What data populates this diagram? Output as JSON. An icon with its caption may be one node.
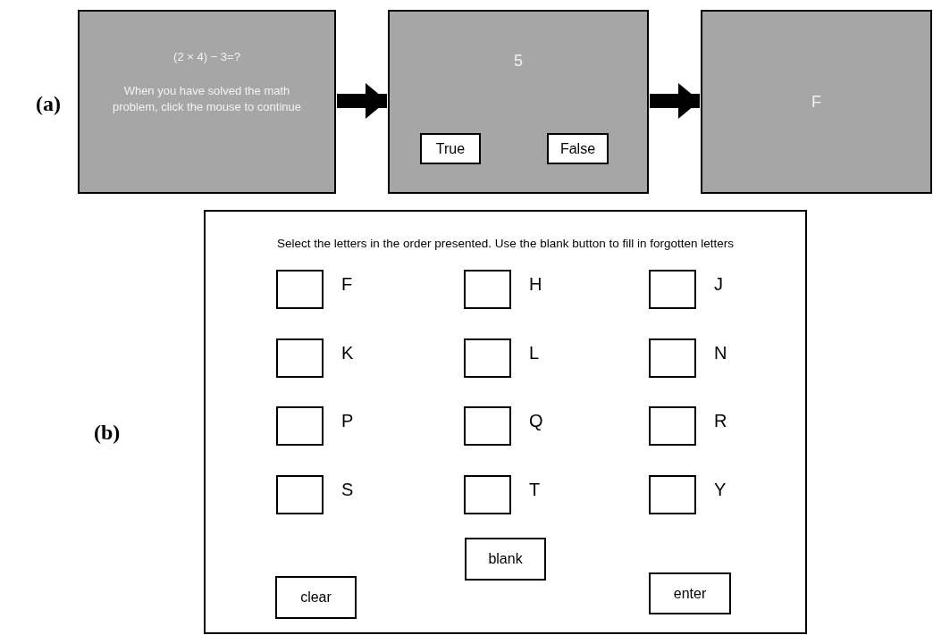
{
  "diagram": {
    "nodes": [
      {
        "text": [
          "(2 × 4) − 3=?",
          "When you have solved the math problem, click the mouse to continue"
        ]
      },
      {
        "text": [
          "5"
        ]
      },
      {
        "text": [
          "True"
        ],
        "in": 1
      },
      {
        "text": [
          "False"
        ],
        "in": 1
      },
      {
        "text": [
          "F"
        ]
      },
      {
        "text": [
          "Select the letters in the order presented. Use the blank button to fill in forgotten letters"
        ]
      },
      {
        "text": [],
        "shape": "box",
        "in": 5,
        "beside": [
          "F"
        ]
      },
      {
        "text": [],
        "shape": "box",
        "in": 5,
        "beside": [
          "H"
        ]
      },
      {
        "text": [],
        "shape": "box",
        "in": 5,
        "beside": [
          "J"
        ]
      },
      {
        "text": [],
        "shape": "box",
        "in": 5,
        "beside": [
          "K"
        ]
      },
      {
        "text": [],
        "shape": "box",
        "in": 5,
        "beside": [
          "L"
        ]
      },
      {
        "text": [],
        "shape": "box",
        "in": 5,
        "beside": [
          "N"
        ]
      },
      {
        "text": [],
        "shape": "box",
        "in": 5,
        "beside": [
          "P"
        ]
      },
      {
        "text": [],
        "shape": "box",
        "in": 5,
        "beside": [
          "Q"
        ]
      },
      {
        "text": [],
        "shape": "box",
        "in": 5,
        "beside": [
          "R"
        ]
      },
      {
        "text": [],
        "shape": "box",
        "in": 5,
        "beside": [
          "S"
        ]
      },
      {
        "text": [],
        "shape": "box",
        "in": 5,
        "beside": [
          "T"
        ]
      },
      {
        "text": [],
        "shape": "box",
        "in": 5,
        "beside": [
          "Y"
        ]
      },
      {
        "text": [
          "blank"
        ],
        "in": 5
      },
      {
        "text": [
          "clear"
        ],
        "in": 5
      },
      {
        "text": [
          "enter"
        ],
        "in": 5
      }
    ],
    "edges": [
      {
        "from": 0,
        "to": 1,
        "arrow": "to"
      },
      {
        "from": 1,
        "to": 4,
        "arrow": "to"
      }
    ],
    "labels": [
      "(a)",
      "(b)"
    ]
  }
}
